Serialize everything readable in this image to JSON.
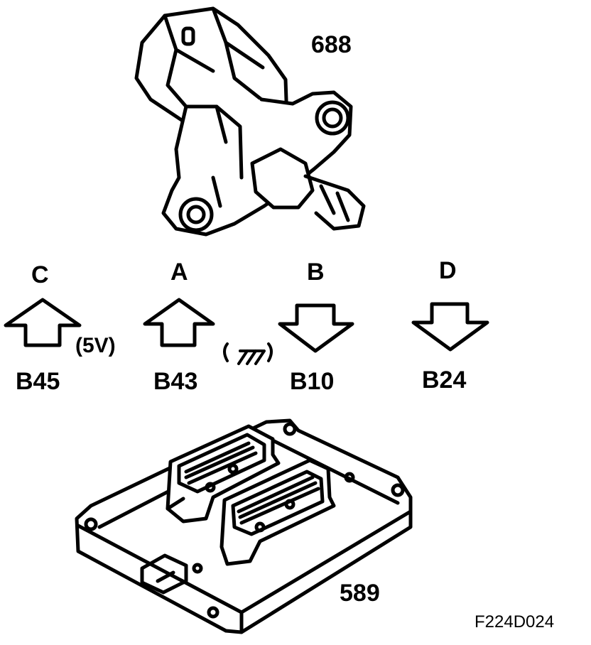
{
  "components": {
    "sensor": {
      "number": "688"
    },
    "control_module": {
      "number": "589"
    }
  },
  "connections": [
    {
      "pin": "C",
      "direction": "up",
      "cavity": "B45",
      "note": "(5V)"
    },
    {
      "pin": "A",
      "direction": "up",
      "cavity": "B43",
      "note": "ground-symbol"
    },
    {
      "pin": "B",
      "direction": "down",
      "cavity": "B10"
    },
    {
      "pin": "D",
      "direction": "down",
      "cavity": "B24"
    }
  ],
  "figure_ref": "F224D024"
}
